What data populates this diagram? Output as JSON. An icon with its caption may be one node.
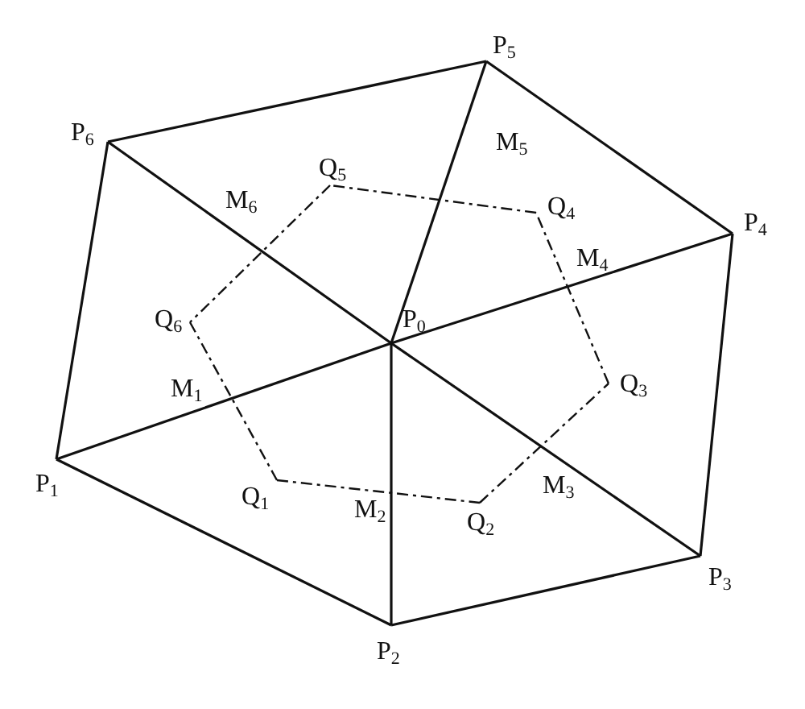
{
  "diagram": {
    "nodes": [
      {
        "text": [
          "P$_{0}$"
        ]
      },
      {
        "text": [
          "P$_{1}$"
        ]
      },
      {
        "text": [
          "P$_{2}$"
        ]
      },
      {
        "text": [
          "P$_{3}$"
        ]
      },
      {
        "text": [
          "P$_{4}$"
        ]
      },
      {
        "text": [
          "P$_{5}$"
        ]
      },
      {
        "text": [
          "P$_{6}$"
        ]
      },
      {
        "text": [
          "Q$_{1}$"
        ]
      },
      {
        "text": [
          "Q$_{2}$"
        ]
      },
      {
        "text": [
          "Q$_{3}$"
        ]
      },
      {
        "text": [
          "Q$_{4}$"
        ]
      },
      {
        "text": [
          "Q$_{5}$"
        ]
      },
      {
        "text": [
          "Q$_{6}$"
        ]
      }
    ],
    "edges": [
      {
        "from": 0,
        "to": 1,
        "arrow": "none"
      },
      {
        "from": 0,
        "to": 2,
        "arrow": "none"
      },
      {
        "from": 0,
        "to": 3,
        "arrow": "none"
      },
      {
        "from": 0,
        "to": 4,
        "arrow": "none"
      },
      {
        "from": 0,
        "to": 5,
        "arrow": "none"
      },
      {
        "from": 0,
        "to": 6,
        "arrow": "none"
      },
      {
        "from": 1,
        "to": 2,
        "arrow": "none"
      },
      {
        "from": 2,
        "to": 3,
        "arrow": "none"
      },
      {
        "from": 3,
        "to": 4,
        "arrow": "none"
      },
      {
        "from": 4,
        "to": 5,
        "arrow": "none"
      },
      {
        "from": 5,
        "to": 6,
        "arrow": "none"
      },
      {
        "from": 6,
        "to": 1,
        "arrow": "none"
      },
      {
        "from": 7,
        "to": 8,
        "arrow": "none",
        "style": "dashed"
      },
      {
        "from": 8,
        "to": 9,
        "arrow": "none",
        "style": "dashed"
      },
      {
        "from": 9,
        "to": 10,
        "arrow": "none",
        "style": "dashed"
      },
      {
        "from": 10,
        "to": 11,
        "arrow": "none",
        "style": "dashed"
      },
      {
        "from": 11,
        "to": 12,
        "arrow": "none",
        "style": "dashed"
      },
      {
        "from": 12,
        "to": 7,
        "arrow": "none",
        "style": "dashed"
      }
    ],
    "labels": [
      "M$_{5}$",
      "M$_{6}$",
      "M$_{4}$",
      "M$_{1}$",
      "M$_{3}$",
      "M$_{2}$"
    ]
  }
}
